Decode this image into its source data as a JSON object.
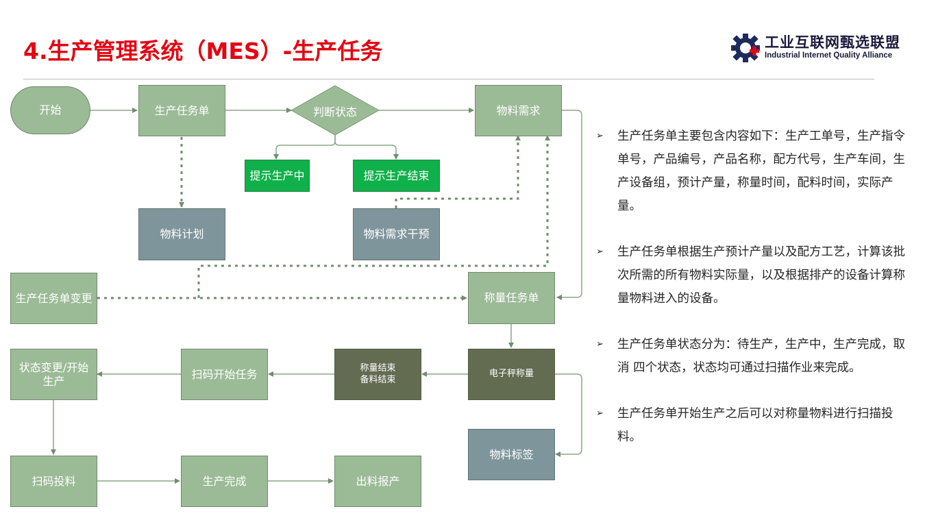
{
  "header": {
    "title": "4.生产管理系统（MES）-生产任务",
    "logo_cn": "工业互联网甄选联盟",
    "logo_en": "Industrial Internet Quality Alliance"
  },
  "flow": {
    "start": "开始",
    "task_order": "生产任务单",
    "judge_status": "判断状态",
    "material_demand": "物料需求",
    "prompt_in_production": "提示生产中",
    "prompt_production_end": "提示生产结束",
    "material_plan": "物料计划",
    "demand_intervention": "物料需求干预",
    "task_change": "生产任务单变更",
    "weighing_task": "称量任务单",
    "status_change": "状态变更/开始生产",
    "scan_start": "扫码开始任务",
    "weighing_end": "称量结束\n备料结束",
    "e_scale": "电子秤称量",
    "material_label": "物料标签",
    "scan_feed": "扫码投料",
    "production_done": "生产完成",
    "output_report": "出料报产"
  },
  "bullets": [
    "生产任务单主要包含内容如下：生产工单号，生产指令单号，产品编号，产品名称，配方代号，生产车间，生产设备组，预计产量，称量时间，配料时间，实际产量。",
    "生产任务单根据生产预计产量以及配方工艺，计算该批次所需的所有物料实际量，以及根据排产的设备计算称量物料进入的设备。",
    "生产任务单状态分为：待生产，生产中，生产完成，取消 四个状态，状态均可通过扫描作业来完成。",
    "生产任务单开始生产之后可以对称量物料进行扫描投料。"
  ],
  "colors": {
    "title_red": "#e30613",
    "box_green": "#9bba96",
    "box_blue_gray": "#7f959c",
    "box_dark_olive": "#636b51",
    "box_bright_green": "#10b04a",
    "connector": "#6f8f6a"
  },
  "icons": {
    "logo": "gear-cross-icon",
    "bullet": "arrow-bullet-icon"
  }
}
